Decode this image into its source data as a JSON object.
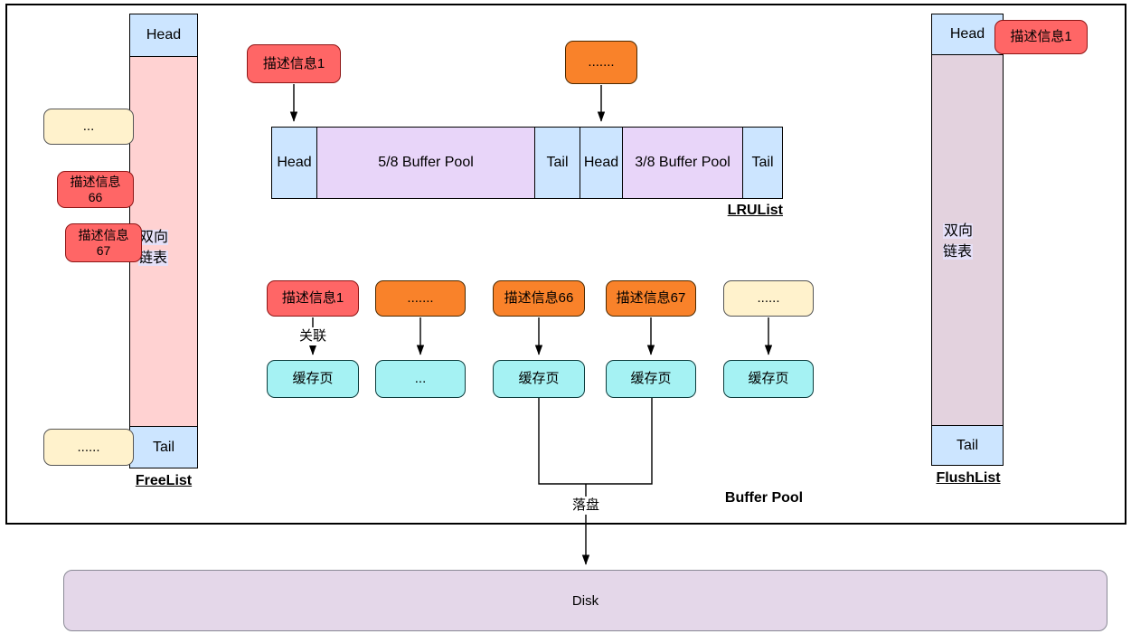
{
  "diagram_title": "Buffer Pool",
  "colors": {
    "head_tail_blue": "#CCE5FF",
    "freelist_pink": "#FFD2D2",
    "lru_pool_lavender": "#E8D5F9",
    "flushlist_purple": "#E3D2DE",
    "disk_fill": "#E4D7E9",
    "descriptor_red": "#FF6666",
    "descriptor_orange": "#F9822A",
    "ellipsis_cream": "#FFF2CC",
    "cache_page_cyan": "#A5F2F3",
    "note_highlight": "#E5E0F8"
  },
  "free_list": {
    "head_label": "Head",
    "tail_label": "Tail",
    "list_label": "FreeList",
    "side_note": "双向\n链表",
    "items": [
      {
        "text": "..."
      },
      {
        "text": "描述信息\n66"
      },
      {
        "text": "描述信息\n67"
      },
      {
        "text": "......"
      }
    ]
  },
  "lru_list": {
    "list_label": "LRUList",
    "pointers": [
      {
        "text": "描述信息1"
      },
      {
        "text": "......."
      }
    ],
    "cells": [
      {
        "text": "Head"
      },
      {
        "text": "5/8 Buffer Pool"
      },
      {
        "text": "Tail"
      },
      {
        "text": "Head"
      },
      {
        "text": "3/8 Buffer Pool"
      },
      {
        "text": "Tail"
      }
    ]
  },
  "page_mappings": {
    "link_label": "关联",
    "items": [
      {
        "desc": "描述信息1",
        "page": "缓存页"
      },
      {
        "desc": ".......",
        "page": "..."
      },
      {
        "desc": "描述信息66",
        "page": "缓存页"
      },
      {
        "desc": "描述信息67",
        "page": "缓存页"
      },
      {
        "desc": "......",
        "page": "缓存页"
      }
    ]
  },
  "flush_list": {
    "head_label": "Head",
    "tail_label": "Tail",
    "list_label": "FlushList",
    "side_note": "双向\n链表",
    "pointer": "描述信息1"
  },
  "flush_to_disk_label": "落盘",
  "buffer_pool_label": "Buffer Pool",
  "disk_label": "Disk"
}
